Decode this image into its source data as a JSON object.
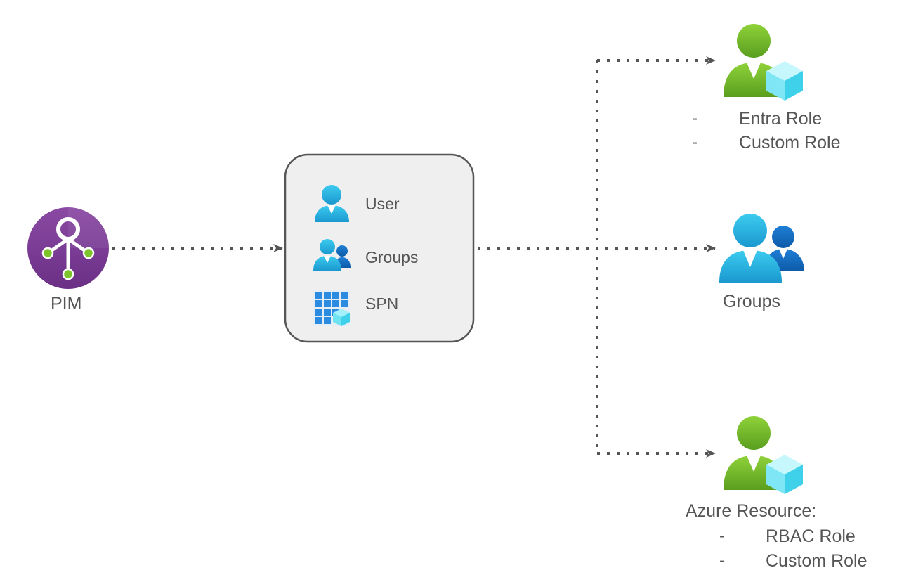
{
  "pim": {
    "label": "PIM",
    "color": "#7a3d91"
  },
  "principals": {
    "items": [
      {
        "label": "User",
        "icon": "user-icon"
      },
      {
        "label": "Groups",
        "icon": "groups-icon"
      },
      {
        "label": "SPN",
        "icon": "spn-icon"
      }
    ],
    "box_fill": "#efefef",
    "box_stroke": "#555555"
  },
  "targets": {
    "entra": {
      "icon": "admin-user-icon",
      "lines": [
        "Entra Role",
        "Custom Role"
      ],
      "bullet": "-"
    },
    "groups": {
      "icon": "groups-icon",
      "label": "Groups"
    },
    "azure": {
      "icon": "admin-user-icon",
      "title": "Azure Resource:",
      "lines": [
        "RBAC Role",
        "Custom Role"
      ],
      "bullet": "-"
    }
  },
  "colors": {
    "connector": "#555555",
    "user_blue": "#2bb6e0",
    "user_green": "#7cc42a",
    "cube_cyan": "#6fe3f2"
  }
}
